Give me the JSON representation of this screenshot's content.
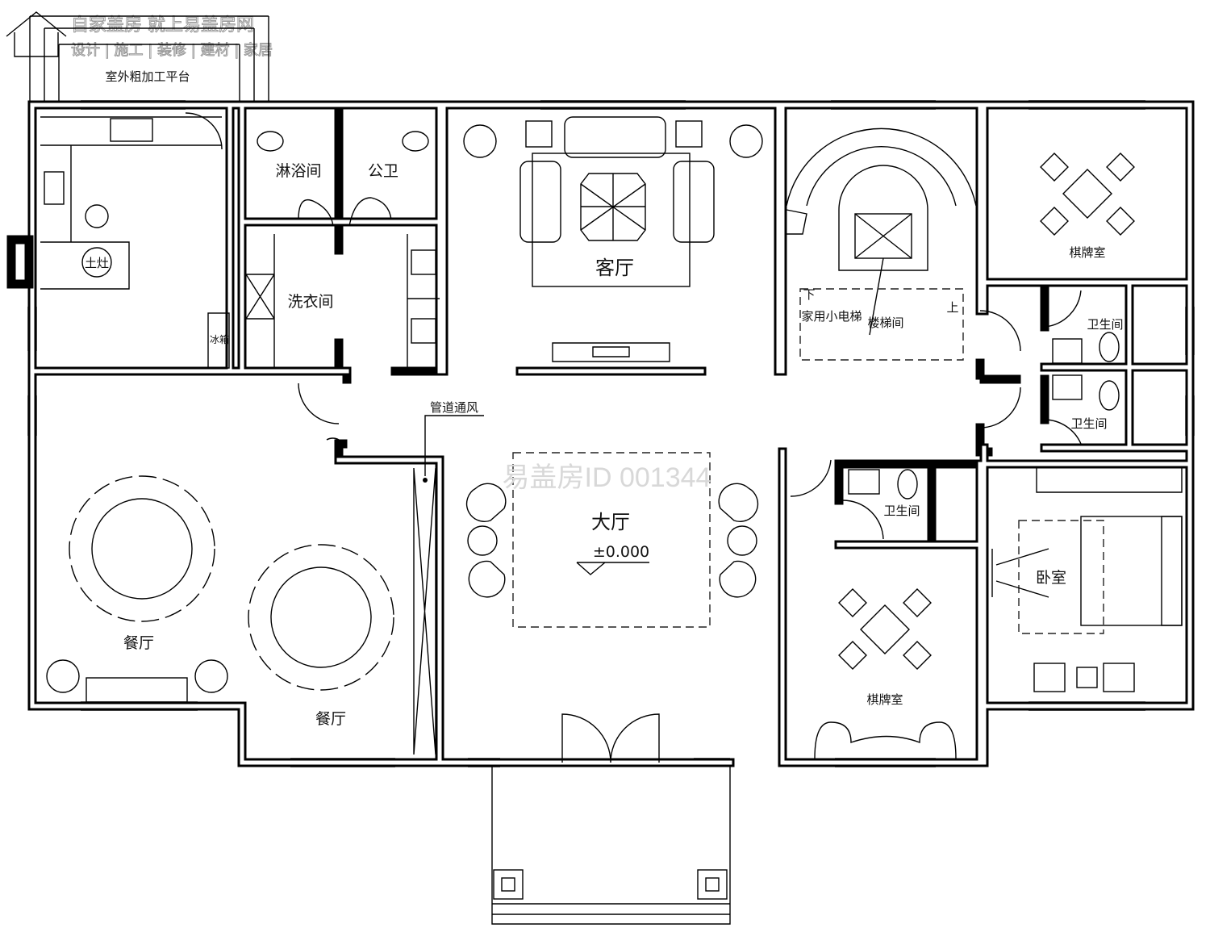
{
  "logo": {
    "line1": "自家盖房 就上易盖房网",
    "line2": "设计 | 施工 | 装修 | 建材 | 家居"
  },
  "watermark": "易盖房ID 001344",
  "rooms": {
    "outdoor_platform": "室外粗加工平台",
    "stove": "土灶",
    "fridge": "冰箱",
    "shower": "淋浴间",
    "public_wc": "公卫",
    "laundry": "洗衣间",
    "living_room": "客厅",
    "elevator": "家用小电梯",
    "stairwell": "楼梯间",
    "stair_down": "下",
    "stair_up": "上",
    "chess_room_1": "棋牌室",
    "bathroom_1": "卫生间",
    "bathroom_2": "卫生间",
    "bathroom_3": "卫生间",
    "bedroom": "卧室",
    "chess_room_2": "棋牌室",
    "dining_1": "餐厅",
    "dining_2": "餐厅",
    "hall": "大厅",
    "elevation": "±0.000",
    "duct": "管道通风"
  }
}
